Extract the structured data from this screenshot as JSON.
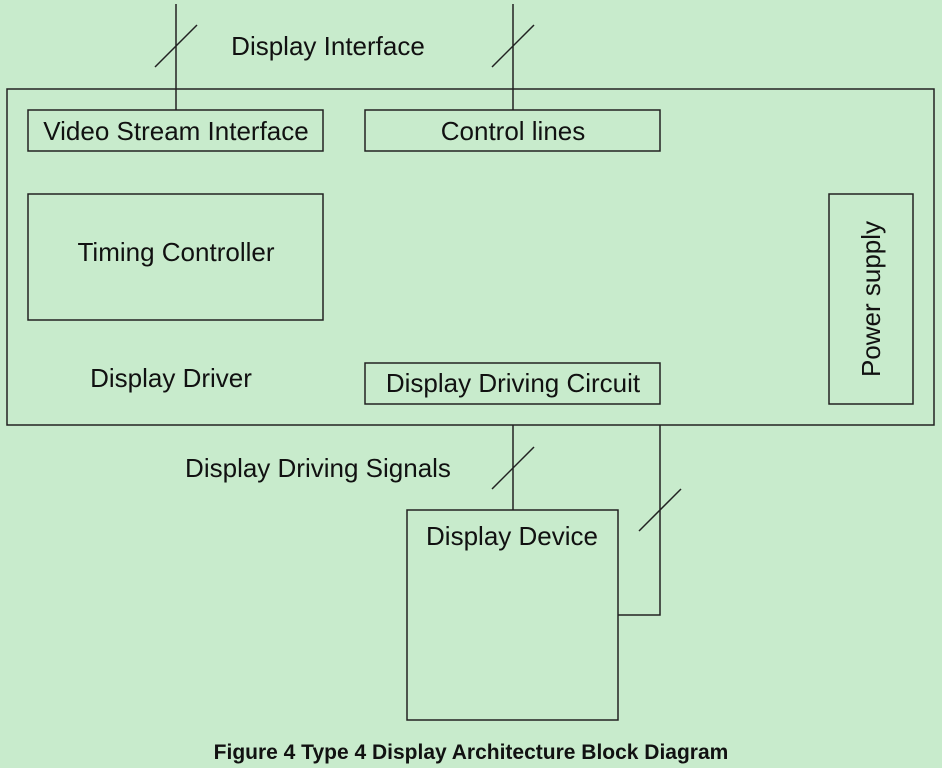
{
  "diagram": {
    "top_interface_label": "Display Interface",
    "video_stream_block": "Video Stream Interface",
    "control_lines_block": "Control lines",
    "timing_controller_block": "Timing Controller",
    "display_driver_label": "Display Driver",
    "driving_circuit_block": "Display Driving Circuit",
    "power_supply_block": "Power supply",
    "driving_signals_label": "Display Driving Signals",
    "display_device_block": "Display Device"
  },
  "caption": "Figure 4 Type 4 Display Architecture Block Diagram"
}
